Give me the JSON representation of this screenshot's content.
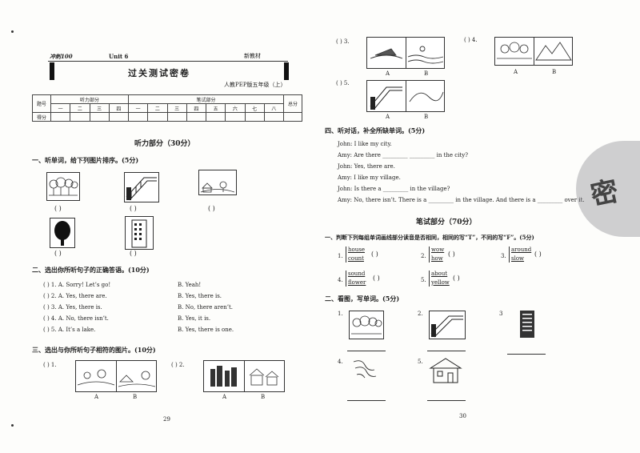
{
  "header": {
    "brand": "冲刺100",
    "unit": "Unit 6",
    "edition_tag": "新教材",
    "title": "过关测试密卷",
    "textbook": "人教PEP版五年级（上）"
  },
  "score_table": {
    "row1_label": "题号",
    "listening_header": "听力部分",
    "writing_header": "笔试部分",
    "total_label": "总分",
    "row2_label": "得分",
    "listening_cols": [
      "一",
      "二",
      "三",
      "四"
    ],
    "writing_cols": [
      "一",
      "二",
      "三",
      "四",
      "五",
      "六",
      "七",
      "八"
    ]
  },
  "listening_heading": "听力部分（30分）",
  "section1": {
    "title": "一、听单词，给下列图片排序。(5分)",
    "paren": "(      )"
  },
  "section2": {
    "title": "二、选出你所听句子的正确答语。(10分)",
    "items": [
      {
        "q": "(      ) 1. A. Sorry! Let’s go!",
        "b": "B. Yeah!"
      },
      {
        "q": "(      ) 2. A. Yes, there are.",
        "b": "B. Yes, there is."
      },
      {
        "q": "(      ) 3. A. Yes, there is.",
        "b": "B. No, there aren’t."
      },
      {
        "q": "(      ) 4. A. No, there isn’t.",
        "b": "B. Yes, it is."
      },
      {
        "q": "(      ) 5. A. It’s a lake.",
        "b": "B. Yes, there is one."
      }
    ]
  },
  "section3": {
    "title": "三、选出与你所听句子相符的图片。(10分)",
    "q1": "(      ) 1.",
    "q2": "(      ) 2.",
    "q3": "(      ) 3.",
    "q4": "(      ) 4.",
    "q5": "(      ) 5.",
    "label_a": "A",
    "label_b": "B"
  },
  "section4": {
    "title": "四、听对话，补全所缺单词。(5分)",
    "lines": [
      "John: I like my city.",
      "Amy: Are there _________ _________ in the city?",
      "John: Yes, there are.",
      "Amy: I like my village.",
      "John: Is there a _________ in the village?",
      "Amy: No, there isn’t. There is a _________ in the village. And there is a _________ over it."
    ]
  },
  "writing_heading": "笔试部分（70分）",
  "writing1": {
    "title": "一、判断下列每组单词画线部分读音是否相同，相同的写“T”，不同的写“F”。(5分)",
    "items": [
      {
        "num": "1.",
        "w1": "house",
        "w2": "count"
      },
      {
        "num": "2.",
        "w1": "wow",
        "w2": "how"
      },
      {
        "num": "3.",
        "w1": "around",
        "w2": "slow"
      },
      {
        "num": "4.",
        "w1": "sound",
        "w2": "flower"
      },
      {
        "num": "5.",
        "w1": "about",
        "w2": "yellow"
      }
    ],
    "paren": "(     )"
  },
  "writing2": {
    "title": "二、看图，写单词。(5分)",
    "nums": [
      "1.",
      "2.",
      "3",
      "4.",
      "5."
    ]
  },
  "stamp_char": "密",
  "page_numbers": {
    "left": "29",
    "right": "30"
  },
  "colors": {
    "ink": "#222222",
    "paper": "#fdfdfb",
    "stamp": "#7a7a86"
  }
}
